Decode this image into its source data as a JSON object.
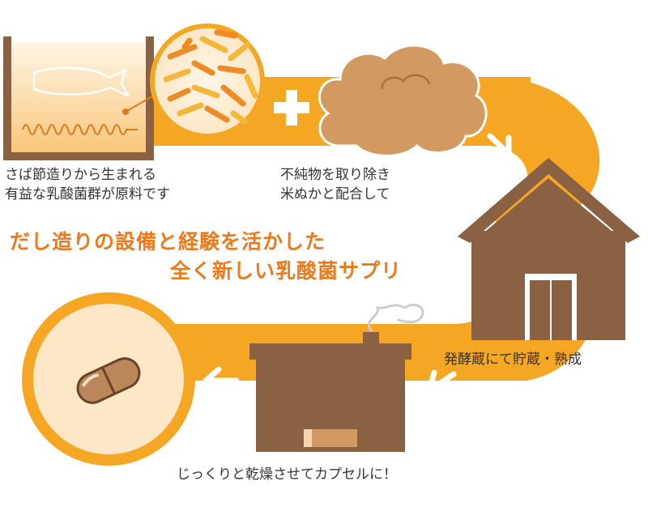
{
  "steps": [
    {
      "line1": "さば節造りから生まれる",
      "line2": "有益な乳酸菌群が原料です"
    },
    {
      "line1": "不純物を取り除き",
      "line2": "米ぬかと配合して"
    },
    {
      "line1": "発酵蔵にて貯蔵・熟成"
    },
    {
      "line1": "じっくりと乾燥させてカプセルに！"
    }
  ],
  "headline": {
    "line1": "だし造りの設備と経験を活かした",
    "line2": "全く新しい乳酸菌サプリ"
  },
  "colors": {
    "band": "#f5a623",
    "building": "#8b6143",
    "building_light": "#a67852",
    "rice_bran": "#d29a60",
    "text": "#333333",
    "headline": "#ec7a1c",
    "capsule": "#b9875a"
  }
}
